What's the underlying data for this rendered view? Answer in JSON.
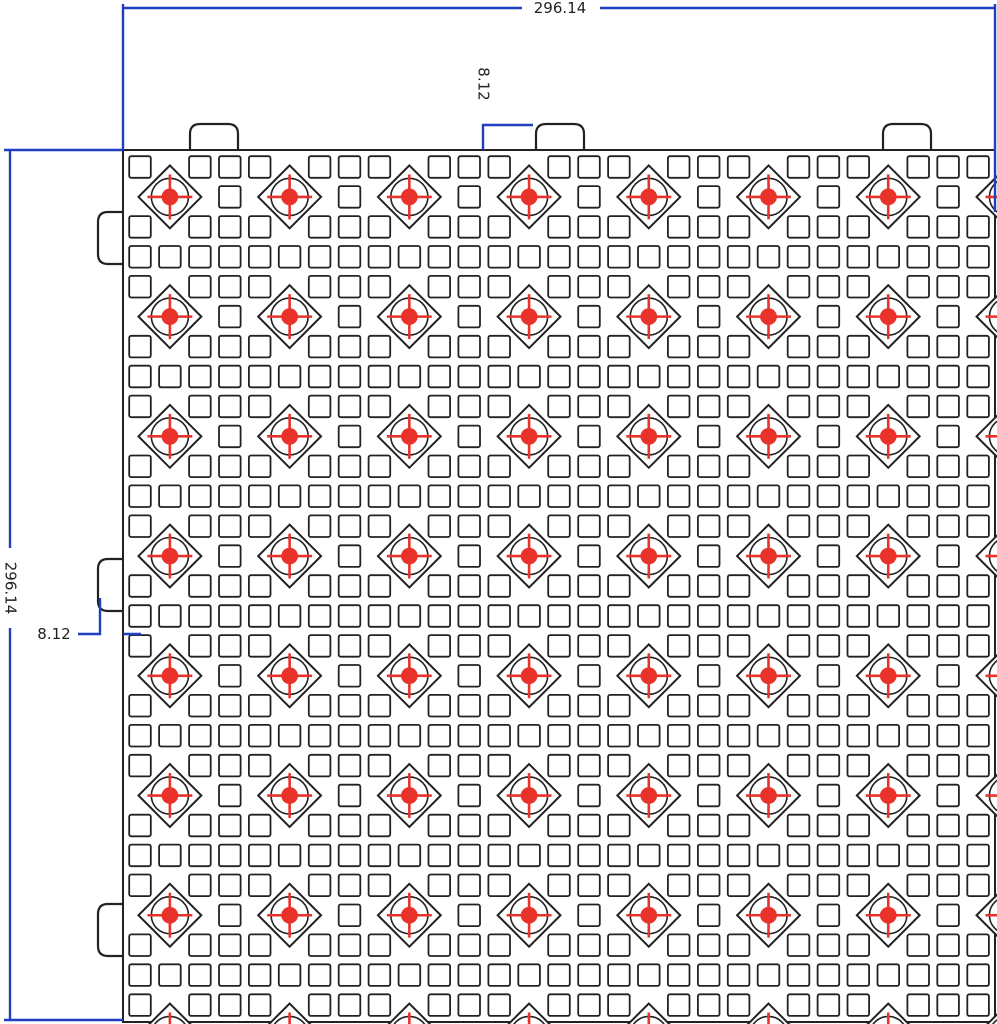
{
  "drawing": {
    "dimensions": {
      "overall_width": "296.14",
      "overall_height": "296.14",
      "tab_offset_top": "8.12",
      "tab_offset_side": "8.12"
    },
    "grid": {
      "columns": 29,
      "rows": 29,
      "pin_every": 4,
      "pin_rows": 8,
      "pin_columns": 8
    },
    "tabs": {
      "top_count": 3,
      "left_count": 3
    },
    "colors": {
      "dimension_lines": "#1f3fc0",
      "pin_markers": "#e8322a",
      "outline": "#222222",
      "background": "#ffffff"
    }
  }
}
